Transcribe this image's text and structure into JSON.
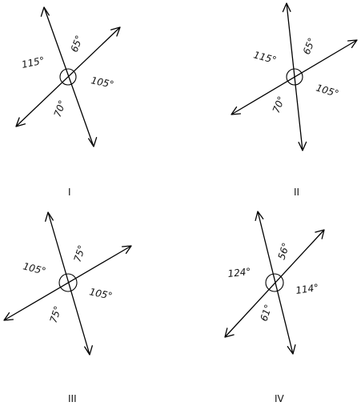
{
  "figures": [
    {
      "label": "I",
      "angles": [
        "115°",
        "65°",
        "105°",
        "70°"
      ]
    },
    {
      "label": "II",
      "angles": [
        "115°",
        "65°",
        "105°",
        "70°"
      ]
    },
    {
      "label": "III",
      "angles": [
        "105°",
        "75°",
        "105°",
        "75°"
      ]
    },
    {
      "label": "IV",
      "angles": [
        "124°",
        "56°",
        "114°",
        "61°"
      ]
    }
  ]
}
